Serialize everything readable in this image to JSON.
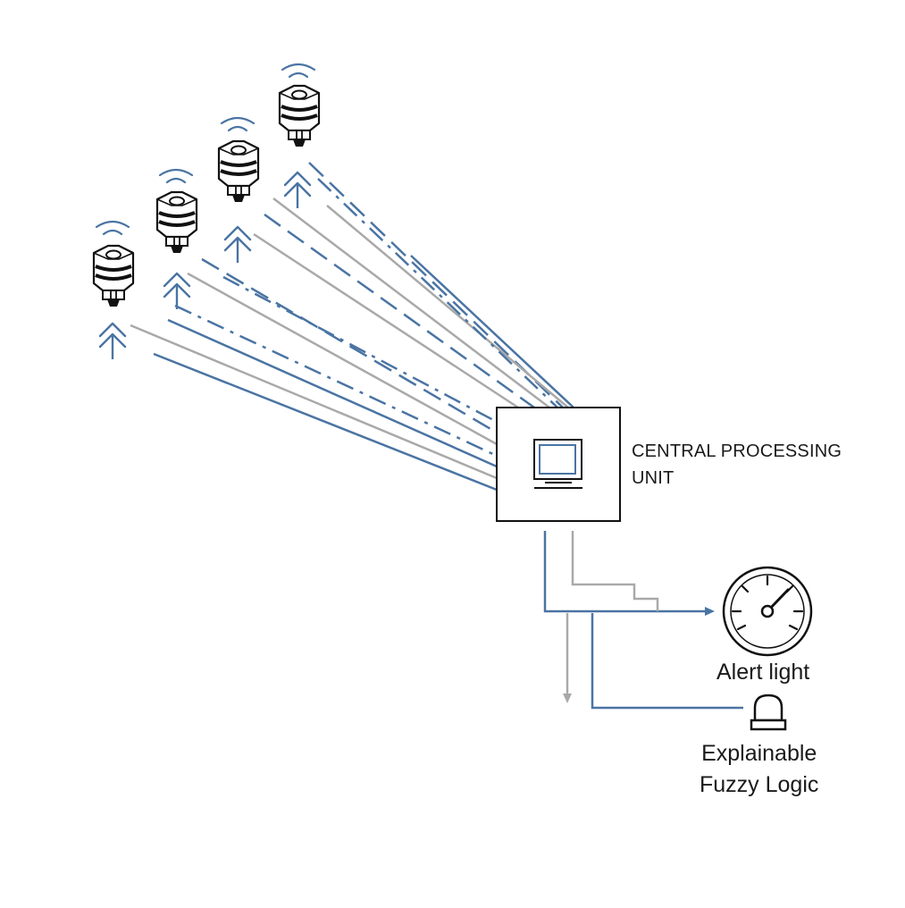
{
  "cpu": {
    "line1": "CENTRAL PROCESSING",
    "line2": "UNIT"
  },
  "outputs": {
    "alert_label": "Alert light",
    "xai_line1": "Explainable",
    "xai_line2": "Fuzzy Logic"
  },
  "icons": {
    "sensor": "sensor-icon",
    "wifi": "wifi-signal-icon",
    "upload": "double-up-arrow-icon",
    "monitor": "monitor-icon",
    "gauge": "gauge-icon",
    "alert": "alert-light-icon"
  },
  "colors": {
    "blue": "#4a74a3",
    "gray": "#a9a9a9",
    "black": "#111111"
  },
  "sensor_count": 4
}
